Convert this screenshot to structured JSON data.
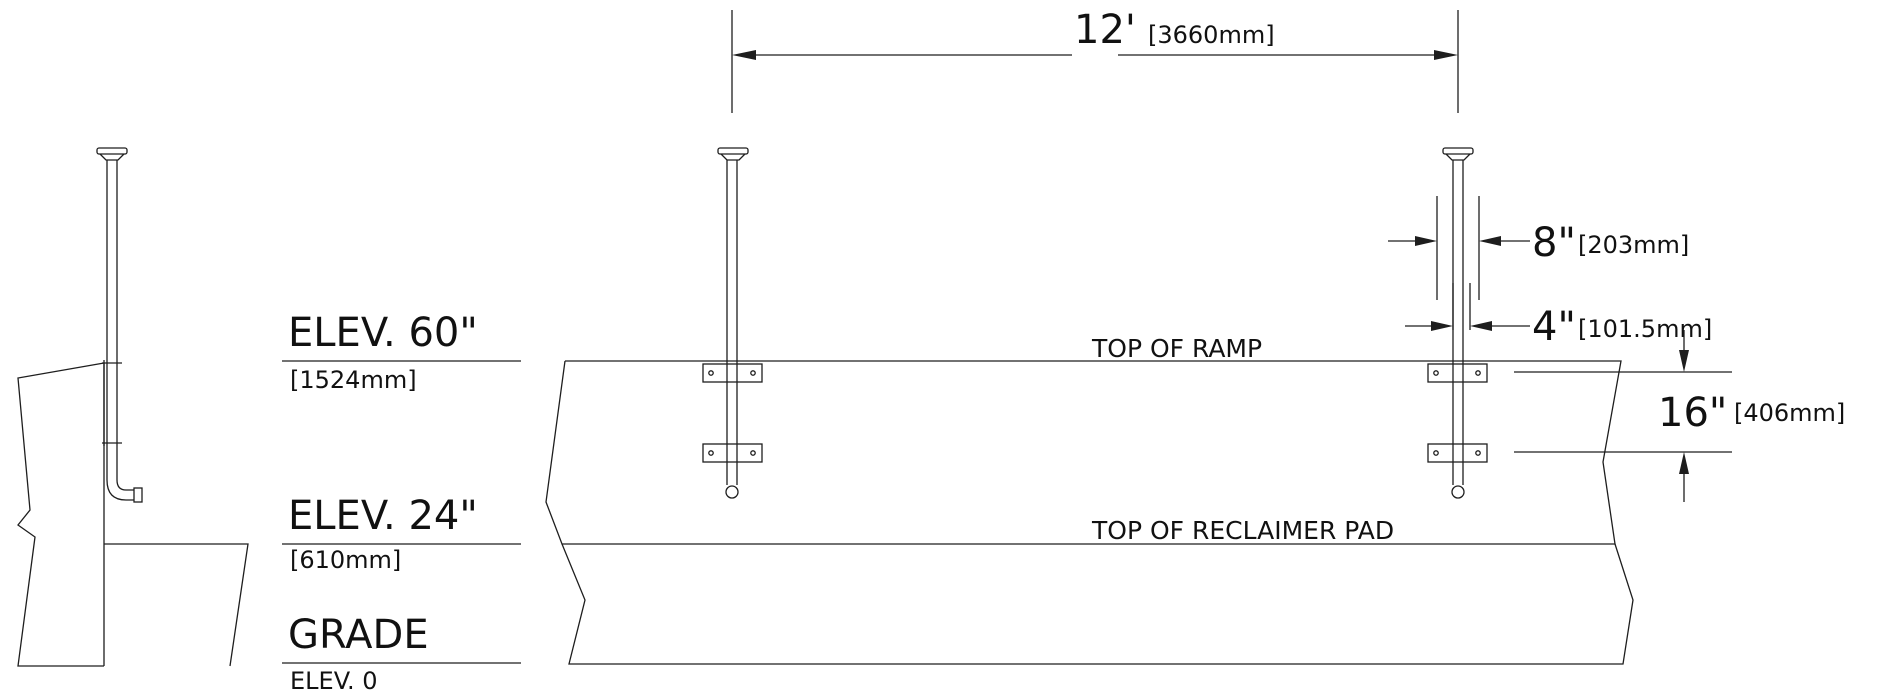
{
  "elevations": {
    "top": {
      "label": "ELEV. 60\"",
      "metric": "[1524mm]"
    },
    "mid": {
      "label": "ELEV. 24\"",
      "metric": "[610mm]"
    },
    "grade": {
      "label": "GRADE",
      "sub": "ELEV. 0"
    }
  },
  "surfaces": {
    "ramp": "TOP OF RAMP",
    "pad": "TOP OF RECLAIMER PAD"
  },
  "dimensions": {
    "spacing": {
      "value": "12'",
      "metric": "[3660mm]"
    },
    "offset": {
      "value": "8\"",
      "metric": "[203mm]"
    },
    "pipe": {
      "value": "4\"",
      "metric": "[101.5mm]"
    },
    "bracket": {
      "value": "16\"",
      "metric": "[406mm]"
    }
  }
}
